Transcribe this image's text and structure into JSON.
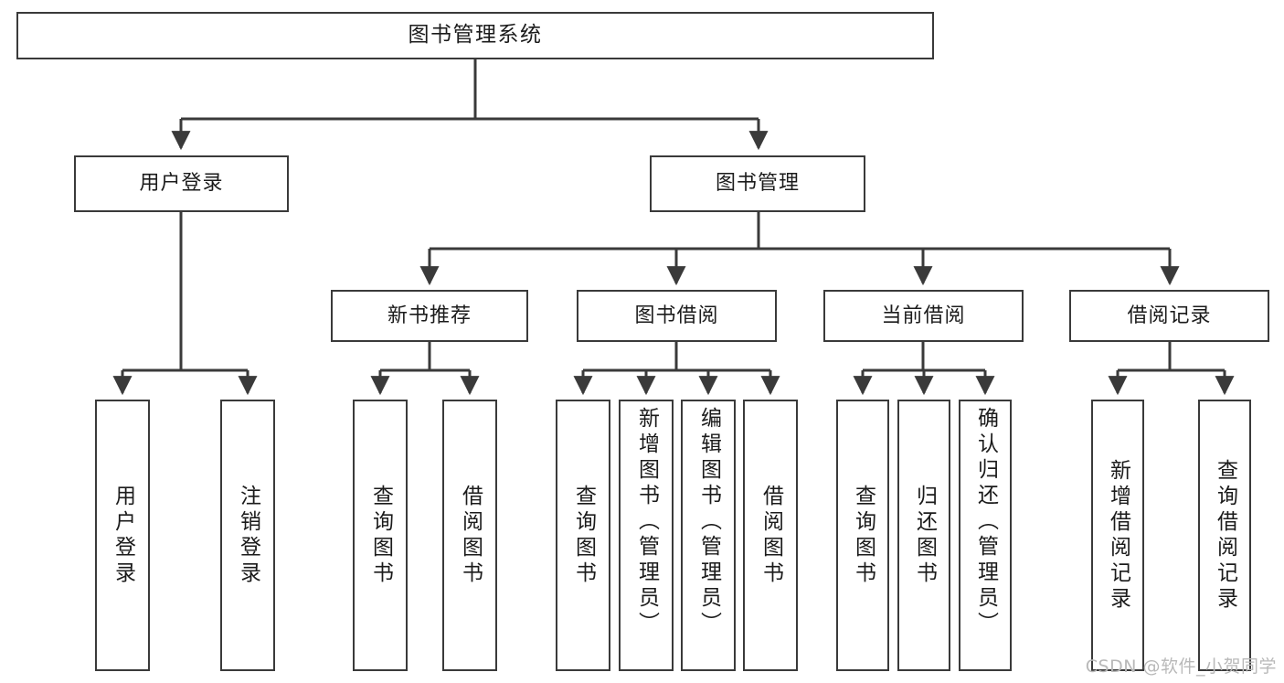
{
  "diagram": {
    "title": "图书管理系统",
    "type": "tree-hierarchy",
    "levels": {
      "root": {
        "label": "图书管理系统"
      },
      "level2": [
        {
          "key": "user-login",
          "label": "用户登录"
        },
        {
          "key": "book-management",
          "label": "图书管理"
        }
      ],
      "level3": [
        {
          "key": "new-book-recommend",
          "label": "新书推荐",
          "parent": "book-management"
        },
        {
          "key": "book-borrow",
          "label": "图书借阅",
          "parent": "book-management"
        },
        {
          "key": "current-borrow",
          "label": "当前借阅",
          "parent": "book-management"
        },
        {
          "key": "borrow-record",
          "label": "借阅记录",
          "parent": "book-management"
        }
      ],
      "leaves": [
        {
          "key": "leaf-user-login",
          "label": "用户登录",
          "parent": "user-login"
        },
        {
          "key": "leaf-logout-login",
          "label": "注销登录",
          "parent": "user-login"
        },
        {
          "key": "leaf-query-book-1",
          "label": "查询图书",
          "parent": "new-book-recommend"
        },
        {
          "key": "leaf-borrow-book-1",
          "label": "借阅图书",
          "parent": "new-book-recommend"
        },
        {
          "key": "leaf-query-book-2",
          "label": "查询图书",
          "parent": "book-borrow"
        },
        {
          "key": "leaf-add-book",
          "label": "新增图书（管理员）",
          "parent": "book-borrow"
        },
        {
          "key": "leaf-edit-book",
          "label": "编辑图书（管理员）",
          "parent": "book-borrow"
        },
        {
          "key": "leaf-borrow-book-2",
          "label": "借阅图书",
          "parent": "book-borrow"
        },
        {
          "key": "leaf-query-book-3",
          "label": "查询图书",
          "parent": "current-borrow"
        },
        {
          "key": "leaf-return-book",
          "label": "归还图书",
          "parent": "current-borrow"
        },
        {
          "key": "leaf-confirm-return",
          "label": "确认归还（管理员）",
          "parent": "current-borrow"
        },
        {
          "key": "leaf-add-record",
          "label": "新增借阅记录",
          "parent": "borrow-record"
        },
        {
          "key": "leaf-query-record",
          "label": "查询借阅记录",
          "parent": "borrow-record"
        }
      ]
    },
    "colors": {
      "stroke": "#3a3a3a",
      "fill": "#ffffff",
      "text": "#1b1b1b",
      "watermark": "#b9b9b9"
    }
  },
  "watermark": {
    "text": "CSDN @软件_小贺同学"
  }
}
